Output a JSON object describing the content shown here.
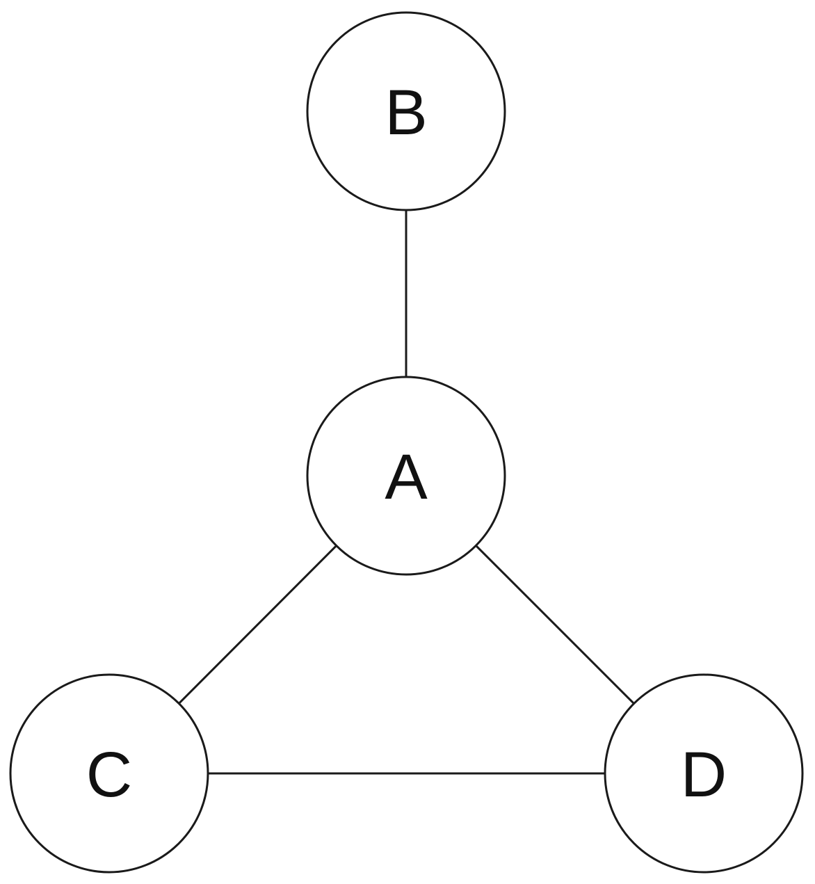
{
  "diagram": {
    "type": "undirected-graph",
    "nodes": [
      {
        "id": "A",
        "label": "A"
      },
      {
        "id": "B",
        "label": "B"
      },
      {
        "id": "C",
        "label": "C"
      },
      {
        "id": "D",
        "label": "D"
      }
    ],
    "edges": [
      {
        "from": "B",
        "to": "A"
      },
      {
        "from": "A",
        "to": "C"
      },
      {
        "from": "A",
        "to": "D"
      },
      {
        "from": "C",
        "to": "D"
      }
    ],
    "colors": {
      "stroke": "#1a1a1a",
      "fill": "#ffffff",
      "text": "#111111"
    }
  }
}
